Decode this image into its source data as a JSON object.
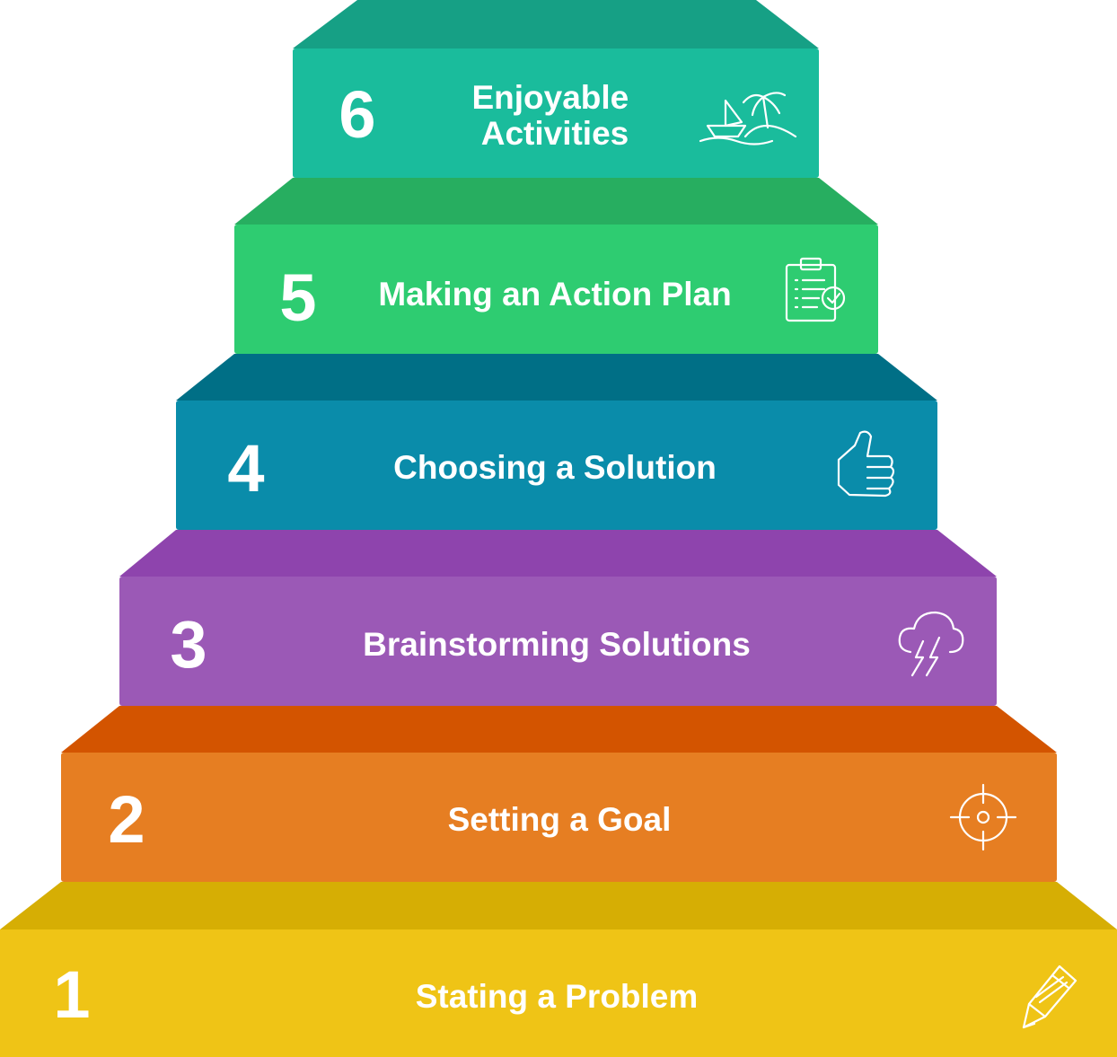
{
  "steps": [
    {
      "number": "1",
      "label": "Stating a Problem",
      "face_color": "#EFC416",
      "top_color": "#D6AE04",
      "icon": "pencil-icon"
    },
    {
      "number": "2",
      "label": "Setting a Goal",
      "face_color": "#E67E22",
      "top_color": "#D35400",
      "icon": "crosshair-target-icon"
    },
    {
      "number": "3",
      "label": "Brainstorming Solutions",
      "face_color": "#9B59B6",
      "top_color": "#8E44AD",
      "icon": "storm-cloud-icon"
    },
    {
      "number": "4",
      "label": "Choosing a Solution",
      "face_color": "#0A8CAA",
      "top_color": "#006F86",
      "icon": "thumbs-up-icon"
    },
    {
      "number": "5",
      "label": "Making an Action Plan",
      "face_color": "#2ECC71",
      "top_color": "#27AE60",
      "icon": "clipboard-check-icon"
    },
    {
      "number": "6",
      "label_lines": [
        "Enjoyable",
        "Activities"
      ],
      "face_color": "#1ABC9C",
      "top_color": "#16A085",
      "icon": "island-boat-icon"
    }
  ]
}
